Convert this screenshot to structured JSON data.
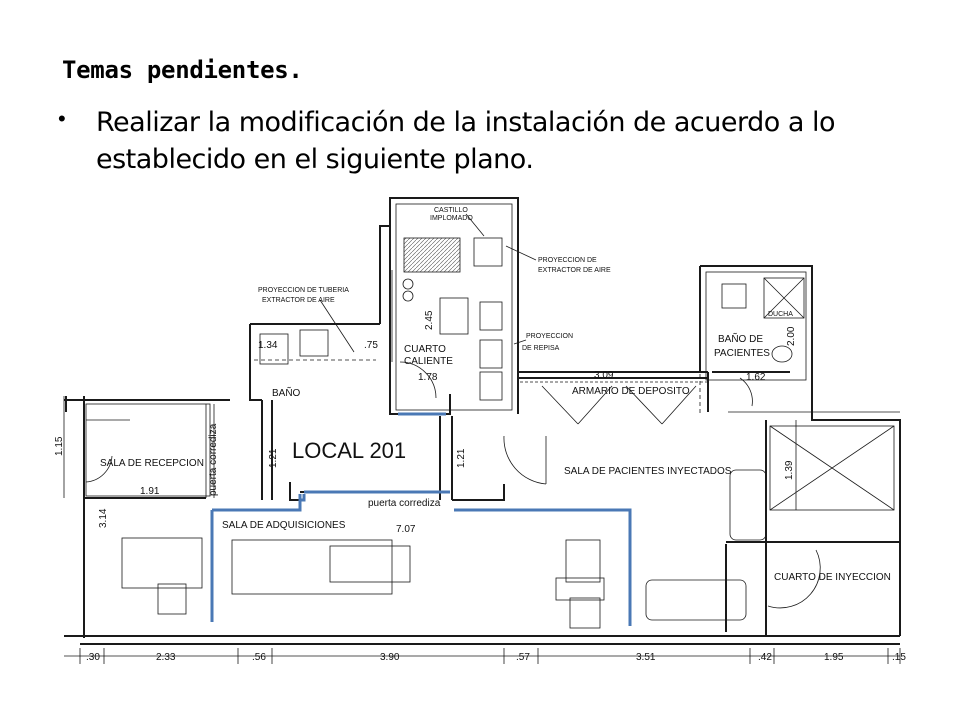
{
  "slide": {
    "title": "Temas pendientes.",
    "bullet": "Realizar la modificación de la instalación de acuerdo a lo establecido en el siguiente plano."
  },
  "plan": {
    "local_label": "LOCAL 201",
    "rooms": {
      "sala_recepcion": "SALA DE RECEPCION",
      "sala_adquisiciones": "SALA DE ADQUISICIONES",
      "sala_pacientes_inyectados": "SALA DE PACIENTES INYECTADOS",
      "cuarto_inyeccion": "CUARTO DE INYECCION",
      "bano": "BAÑO",
      "cuarto_caliente_1": "CUARTO",
      "cuarto_caliente_2": "CALIENTE",
      "bano_pacientes_1": "BAÑO DE",
      "bano_pacientes_2": "PACIENTES",
      "ducha": "DUCHA",
      "armario_deposito": "ARMARIO DE DEPOSITO"
    },
    "annotations": {
      "castillo_1": "CASTILLO",
      "castillo_2": "IMPLOMADO",
      "proy_extractor_1": "PROYECCION DE",
      "proy_extractor_2": "EXTRACTOR DE AIRE",
      "proy_tuberia_1": "PROYECCION DE TUBERIA",
      "proy_tuberia_2": "EXTRACTOR DE AIRE",
      "proy_repisa_1": "PROYECCION",
      "proy_repisa_2": "DE REPISA",
      "puerta_corrediza": "puerta corrediza"
    },
    "dimensions": {
      "d_1_34": "1.34",
      "d_075": ".75",
      "d_2_45": "2.45",
      "d_1_78": "1.78",
      "d_3_09": "3.09",
      "d_1_62": "1.62",
      "d_2_00": "2.00",
      "d_1_15": "1.15",
      "d_1_21a": "1.21",
      "d_1_21b": "1.21",
      "d_1_91": "1.91",
      "d_3_14": "3.14",
      "d_7_07": "7.07",
      "d_1_39": "1.39"
    },
    "bottom_dims": [
      ".30",
      "2.33",
      ".56",
      "3.90",
      ".57",
      "3.51",
      ".42",
      "1.95",
      ".15"
    ],
    "colors": {
      "wall": "#1a1a1a",
      "modified_wall": "#4a78b5"
    }
  }
}
